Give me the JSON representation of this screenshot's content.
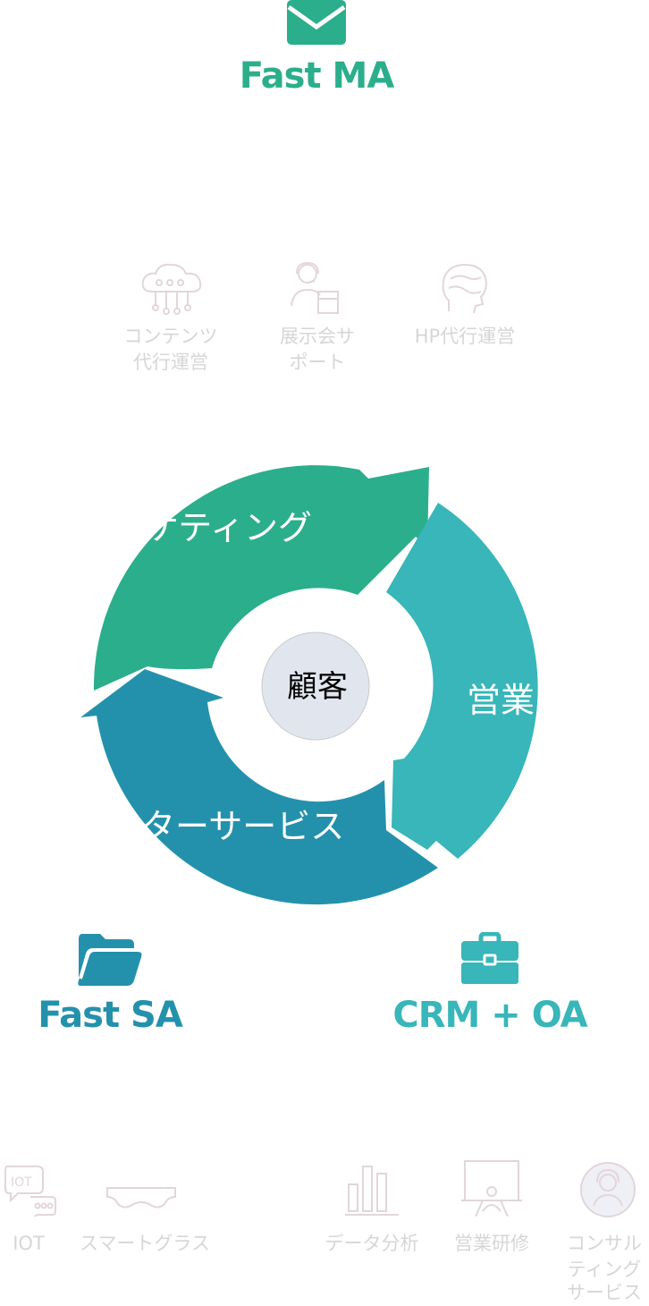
{
  "colors": {
    "green": "#2bae8b",
    "teal": "#38b6b9",
    "blue": "#2491ac",
    "hub_fill": "#e1e6ee",
    "hub_border": "#c7c9cc",
    "faint_text": "#d6d6d6"
  },
  "products": {
    "ma": {
      "title": "Fast MA",
      "icon": "envelope-icon"
    },
    "sa": {
      "title": "Fast SA",
      "icon": "folder-icon"
    },
    "crm": {
      "title": "CRM + OA",
      "icon": "briefcase-icon"
    }
  },
  "top_services": [
    {
      "label": "コンテンツ代行運営",
      "line1": "コンテンツ",
      "line2": "代行運営",
      "icon": "cloud-network-icon"
    },
    {
      "label": "展示会サポート",
      "line1": "展示会サ",
      "line2": "ポート",
      "icon": "exhibition-support-icon"
    },
    {
      "label": "HP代行運営",
      "line1": "HP代行運営",
      "line2": "",
      "icon": "head-profile-icon"
    }
  ],
  "cycle": {
    "center_label": "顧客",
    "segments": [
      {
        "label": "ケティング",
        "color": "green"
      },
      {
        "label": "営業",
        "color": "teal"
      },
      {
        "label": "ターサービス",
        "color": "blue"
      }
    ]
  },
  "bottom_services": [
    {
      "label": "IOT",
      "icon": "iot-chat-icon"
    },
    {
      "label": "スマートグラス",
      "icon": "smart-glasses-icon"
    },
    {
      "label": "データ分析",
      "icon": "bar-chart-icon"
    },
    {
      "label": "営業研修",
      "icon": "presentation-board-icon"
    },
    {
      "label": "コンサルティングサービス",
      "line1": "コンサル",
      "line2": "ティング",
      "line3": "サービス",
      "icon": "consultant-headset-icon"
    }
  ]
}
